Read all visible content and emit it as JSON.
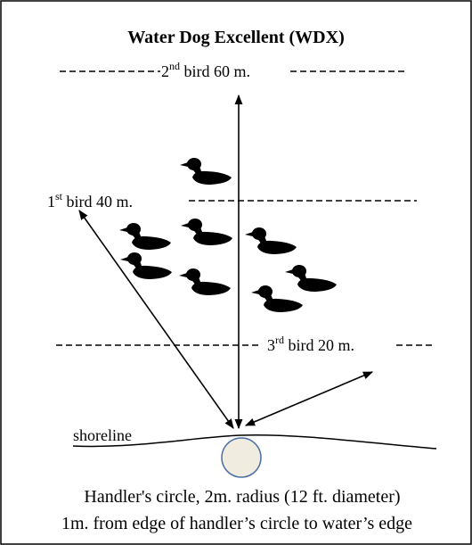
{
  "title": "Water Dog Excellent (WDX)",
  "birds": {
    "second": {
      "ord": "2",
      "sup": "nd",
      "rest": " bird 60 m."
    },
    "first": {
      "ord": "1",
      "sup": "st",
      "rest": " bird 40 m."
    },
    "third": {
      "ord": "3",
      "sup": "rd",
      "rest": " bird 20 m."
    }
  },
  "shoreline_label": "shoreline",
  "caption_line1": "Handler's circle, 2m. radius (12 ft. diameter)",
  "caption_line2": "1m. from edge of handler’s circle to water’s edge",
  "decoy_count": 8,
  "colors": {
    "decoy": "#000000",
    "handler_circle_fill": "#f0ece0",
    "handler_circle_stroke": "#4a6fa5"
  }
}
